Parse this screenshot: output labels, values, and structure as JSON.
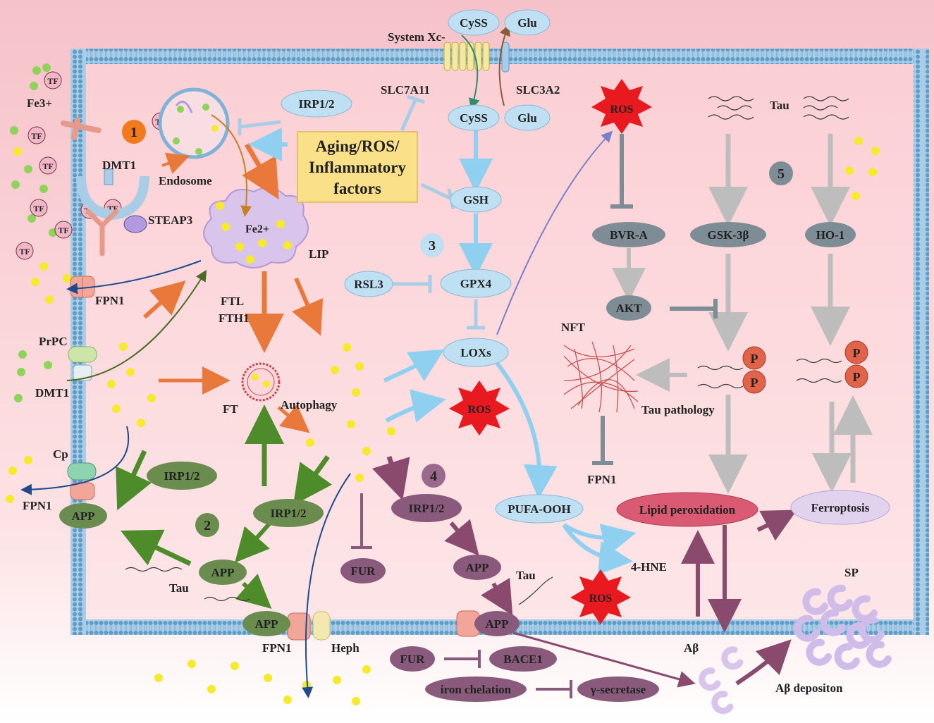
{
  "colors": {
    "background_top": "#f7c9cf",
    "background_bottom": "#ffffff",
    "membrane": "#7fb2d6",
    "cell_fill": "#fbd6da",
    "iron_yellow": "#f6ea2a",
    "iron_green": "#8fd35a",
    "orange_arrow": "#e8793a",
    "green_arrow": "#4e8b2a",
    "blue_arrow": "#8fd0f0",
    "purple_arrow": "#8a4a6e",
    "gray_arrow": "#bdbdbd",
    "blue_node": "#bfe0f3",
    "green_node": "#6a8c4e",
    "purple_node": "#8a5a7c",
    "gray_node": "#7d8c95",
    "ros_red": "#e8191f",
    "aging_box": "#fbe08a"
  },
  "steps": {
    "s1": "1",
    "s2": "2",
    "s3": "3",
    "s4": "4",
    "s5": "5"
  },
  "labels": {
    "tf": "TF",
    "fe3": "Fe3+",
    "dmt1_top": "DMT1",
    "dmt1_bottom": "DMT1",
    "endosome": "Endosome",
    "steap3": "STEAP3",
    "lip": "LIP",
    "fe2": "Fe2+",
    "fpn1_left": "FPN1",
    "fpn1_lower_left": "FPN1",
    "fpn1_bottom": "FPN1",
    "fpn1_right": "FPN1",
    "prpc": "PrPC",
    "cp": "Cp",
    "heph": "Heph",
    "ftl": "FTL",
    "fth1": "FTH1",
    "ft": "FT",
    "autophagy": "Autophagy",
    "tau_green": "Tau",
    "tau_purple": "Tau",
    "tau_top": "Tau",
    "system_xc": "System Xc-",
    "slc7a11": "SLC7A11",
    "slc3a2": "SLC3A2",
    "nft": "NFT",
    "tau_pathology": "Tau pathology",
    "four_hne": "4-HNE",
    "abeta": "Aβ",
    "sp": "SP",
    "abeta_deposition": "Aβ depositon",
    "p": "P"
  },
  "aging_box": {
    "line1": "Aging/ROS/",
    "line2": "Inflammatory",
    "line3": "factors"
  },
  "nodes": {
    "irp_top": "IRP1/2",
    "cyss_out": "CySS",
    "glu_out": "Glu",
    "cyss_in": "CySS",
    "glu_in": "Glu",
    "gsh": "GSH",
    "rsl3": "RSL3",
    "gpx4": "GPX4",
    "loxs": "LOXs",
    "ros_top": "ROS",
    "ros_mid": "ROS",
    "ros_bottom": "ROS",
    "irp_green_left": "IRP1/2",
    "app_green_left": "APP",
    "irp_green_mid": "IRP1/2",
    "app_green_mid": "APP",
    "app_green_bottom": "APP",
    "fur_mid": "FUR",
    "irp_purple": "IRP1/2",
    "app_purple": "APP",
    "app_purple_mem": "APP",
    "pufa_ooh": "PUFA-OOH",
    "lipid_peroxidation": "Lipid peroxidation",
    "ferroptosis": "Ferroptosis",
    "bvr_a": "BVR-A",
    "akt": "AKT",
    "gsk3b": "GSK-3β",
    "ho1": "HO-1",
    "fur_bottom": "FUR",
    "bace1": "BACE1",
    "iron_chelation": "iron chelation",
    "gamma_secretase": "γ-secretase"
  }
}
